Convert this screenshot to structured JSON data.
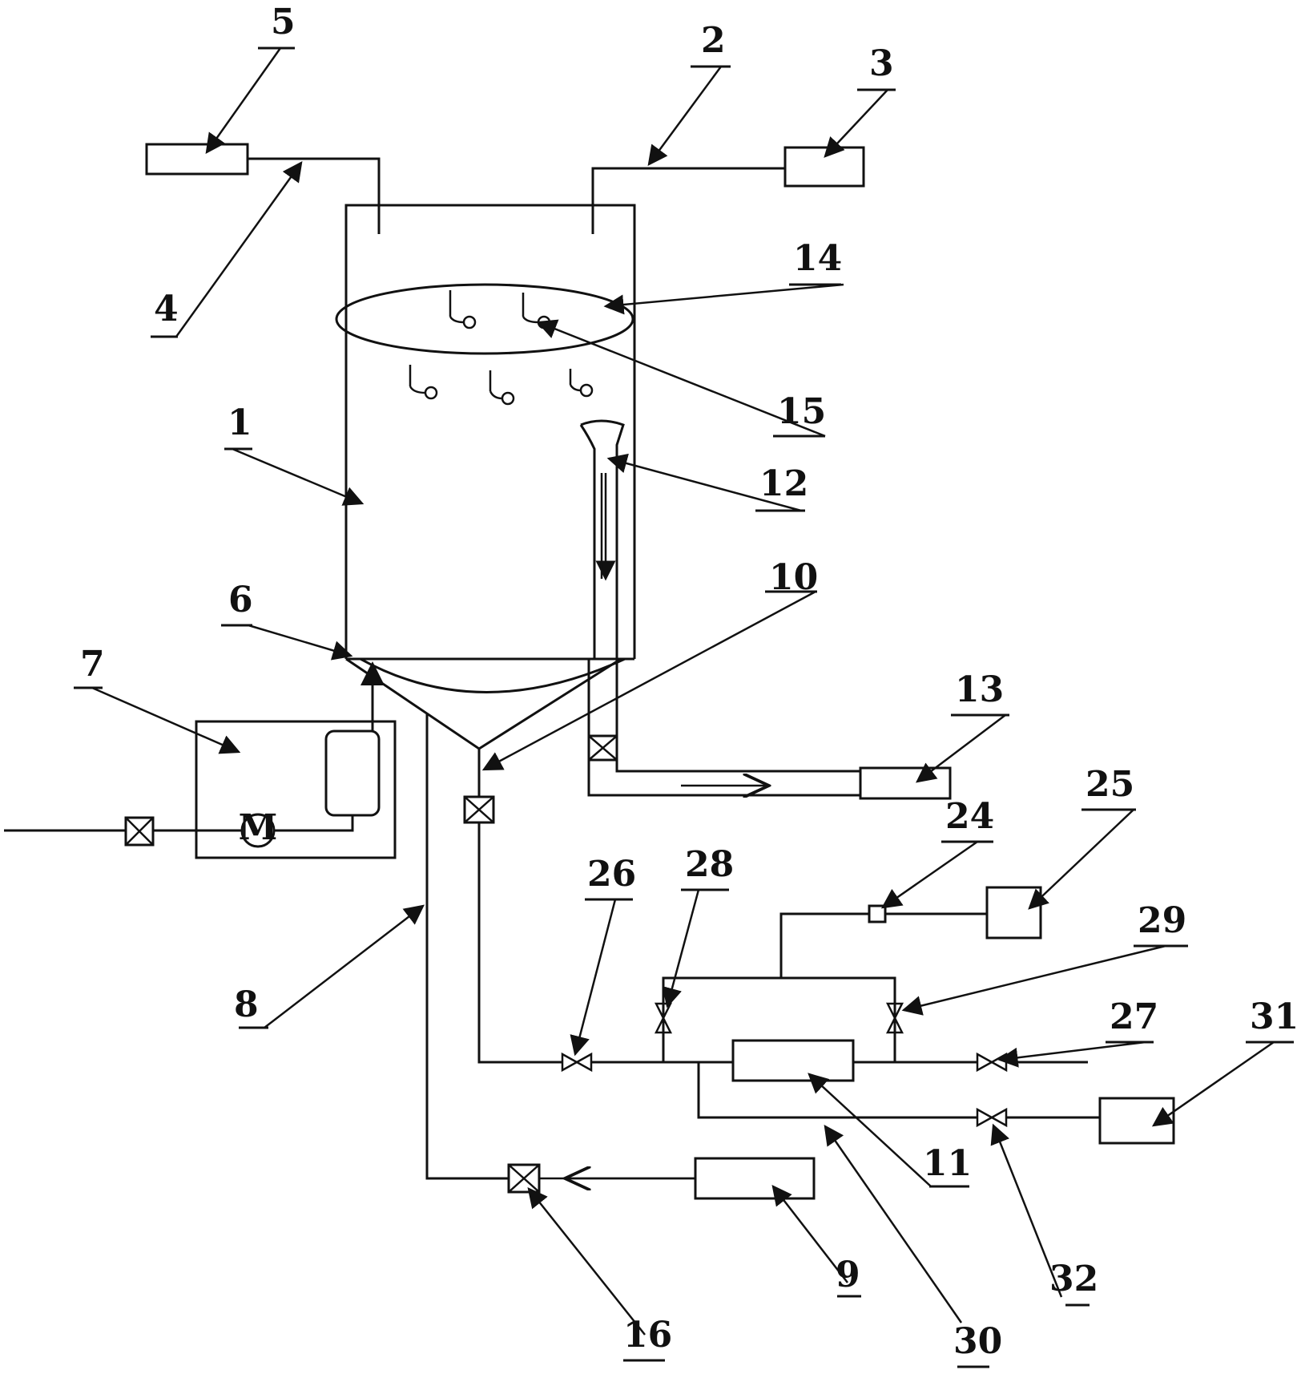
{
  "diagram": {
    "motor_symbol": "M",
    "labels": {
      "n1": "1",
      "n2": "2",
      "n3": "3",
      "n4": "4",
      "n5": "5",
      "n6": "6",
      "n7": "7",
      "n8": "8",
      "n9": "9",
      "n10": "10",
      "n11": "11",
      "n12": "12",
      "n13": "13",
      "n14": "14",
      "n15": "15",
      "n16": "16",
      "n24": "24",
      "n25": "25",
      "n26": "26",
      "n27": "27",
      "n28": "28",
      "n29": "29",
      "n30": "30",
      "n31": "31",
      "n32": "32"
    }
  }
}
